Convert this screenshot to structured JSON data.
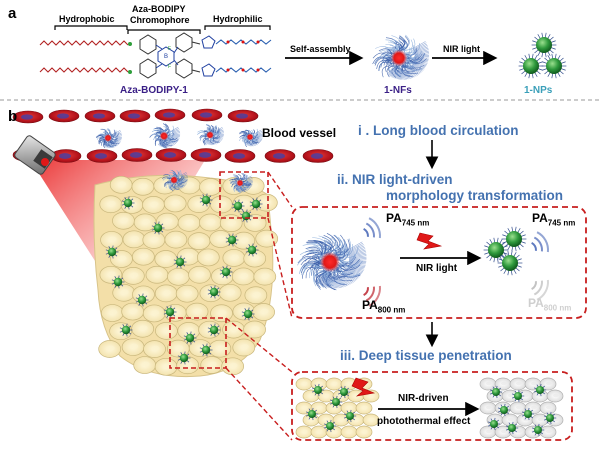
{
  "panels": {
    "a": "a",
    "b": "b"
  },
  "panel_a": {
    "hydrophobic": "Hydrophobic",
    "chromophore_line1": "Aza-BODIPY",
    "chromophore_line2": "Chromophore",
    "hydrophilic": "Hydrophilic",
    "molecule": "Aza-BODIPY-1",
    "self_assembly": "Self-assembly",
    "nir_light": "NIR light",
    "nfs": "1-NFs",
    "nps": "1-NPs"
  },
  "panel_b": {
    "blood_vessel": "Blood vessel",
    "step1": "i . Long blood circulation",
    "step2_line1": "ii. NIR light-driven",
    "step2_line2": "morphology transformation",
    "pa_label": "PA",
    "pa745_sub": "745 nm",
    "pa800_sub": "800 nm",
    "nir_light": "NIR light",
    "step3": "iii. Deep tissue penetration",
    "nir_driven": "NIR-driven",
    "photothermal": "photothermal effect"
  },
  "colors": {
    "purple_text": "#3a1f86",
    "teal_text": "#3a9fb9",
    "step_text": "#4472b0",
    "dashed_box": "#c81e1e",
    "red_cell": "#c0141c",
    "tissue_cell": "#f6e6b4",
    "nanoparticle": "#2e8b3a"
  }
}
